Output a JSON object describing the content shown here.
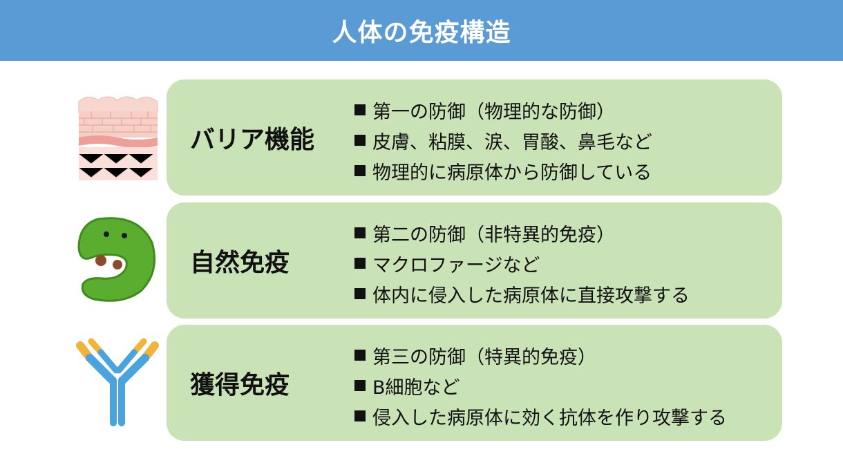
{
  "header": {
    "title": "人体の免疫構造"
  },
  "rows": [
    {
      "title": "バリア機能",
      "icon": "skin-layers-icon",
      "bullets": [
        "第一の防御（物理的な防御）",
        "皮膚、粘膜、涙、胃酸、鼻毛など",
        "物理的に病原体から防御している"
      ]
    },
    {
      "title": "自然免疫",
      "icon": "macrophage-icon",
      "bullets": [
        "第二の防御（非特異的免疫）",
        "マクロファージなど",
        "体内に侵入した病原体に直接攻撃する"
      ]
    },
    {
      "title": "獲得免疫",
      "icon": "antibody-icon",
      "bullets": [
        "第三の防御（特異的免疫）",
        "B細胞など",
        "侵入した病原体に効く抗体を作り攻撃する"
      ]
    }
  ],
  "colors": {
    "header_bg": "#5b9bd5",
    "card_bg": "#c9e2b6",
    "macrophage": "#5aad2f",
    "antibody_blue": "#4aa3dc",
    "antibody_orange": "#f2b33a",
    "skin_pink": "#f4c9c1"
  }
}
